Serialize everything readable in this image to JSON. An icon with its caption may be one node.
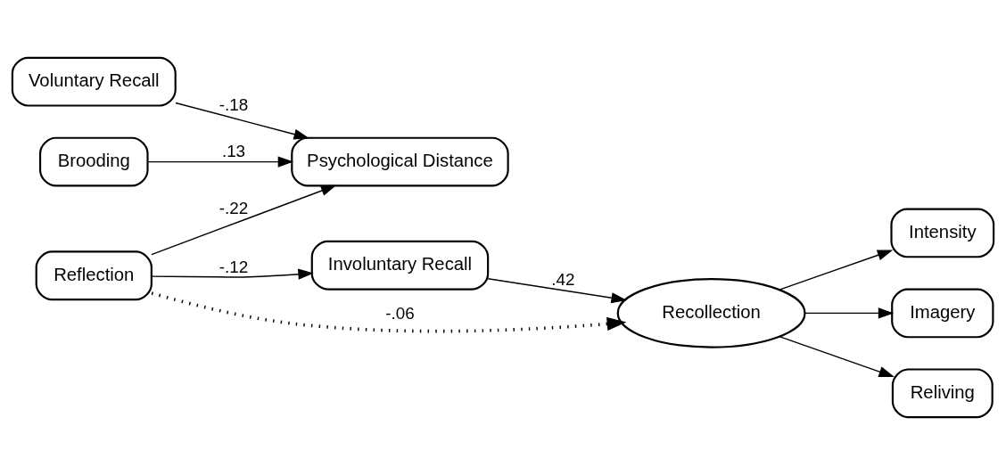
{
  "diagram": {
    "nodes": [
      {
        "text": [
          "Voluntary Recall"
        ]
      },
      {
        "text": [
          "Brooding"
        ]
      },
      {
        "text": [
          "Psychological Distance"
        ]
      },
      {
        "text": [
          "Reflection"
        ]
      },
      {
        "text": [
          "Involuntary Recall"
        ]
      },
      {
        "text": [
          "Recollection"
        ]
      },
      {
        "text": [
          "Intensity"
        ]
      },
      {
        "text": [
          "Imagery"
        ]
      },
      {
        "text": [
          "Reliving"
        ]
      }
    ],
    "edges": [
      {
        "from": 0,
        "to": 2,
        "arrow": "to",
        "label": "-.18"
      },
      {
        "from": 1,
        "to": 2,
        "arrow": "to",
        "label": ".13"
      },
      {
        "from": 3,
        "to": 2,
        "arrow": "to",
        "label": "-.22"
      },
      {
        "from": 3,
        "to": 4,
        "arrow": "to",
        "label": "-.12"
      },
      {
        "from": 4,
        "to": 5,
        "arrow": "to",
        "label": ".42"
      },
      {
        "from": 3,
        "to": 5,
        "arrow": "to",
        "label": "-.06",
        "style": "dashed"
      },
      {
        "from": 5,
        "to": 6,
        "arrow": "to"
      },
      {
        "from": 5,
        "to": 7,
        "arrow": "to"
      },
      {
        "from": 5,
        "to": 8,
        "arrow": "to"
      }
    ]
  }
}
